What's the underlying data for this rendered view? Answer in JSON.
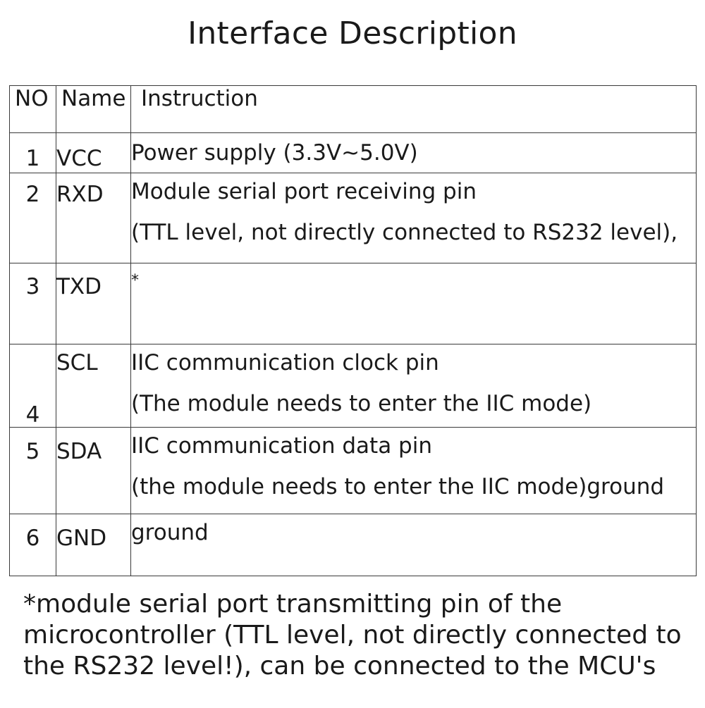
{
  "title": "Interface Description",
  "table": {
    "headers": {
      "no": "NO",
      "name": "Name",
      "instruction": "Instruction"
    },
    "rows": [
      {
        "no": "1",
        "name": "VCC",
        "instruction": [
          "Power supply (3.3V~5.0V)"
        ]
      },
      {
        "no": "2",
        "name": "RXD",
        "instruction": [
          "Module serial port receiving pin",
          "(TTL level, not directly connected to RS232 level),"
        ]
      },
      {
        "no": "3",
        "name": "TXD",
        "instruction": [
          "*"
        ]
      },
      {
        "no": "4",
        "name": "SCL",
        "instruction": [
          "IIC communication clock pin",
          "(The module needs to enter the IIC mode)"
        ]
      },
      {
        "no": "5",
        "name": "SDA",
        "instruction": [
          "IIC communication data pin",
          "(the module needs to enter the IIC mode)ground"
        ]
      },
      {
        "no": "6",
        "name": "GND",
        "instruction": [
          "ground"
        ]
      }
    ]
  },
  "footnote": [
    "*module serial port transmitting pin of the",
    "microcontroller (TTL level, not directly connected to",
    "the RS232 level!), can be connected to the MCU's"
  ]
}
